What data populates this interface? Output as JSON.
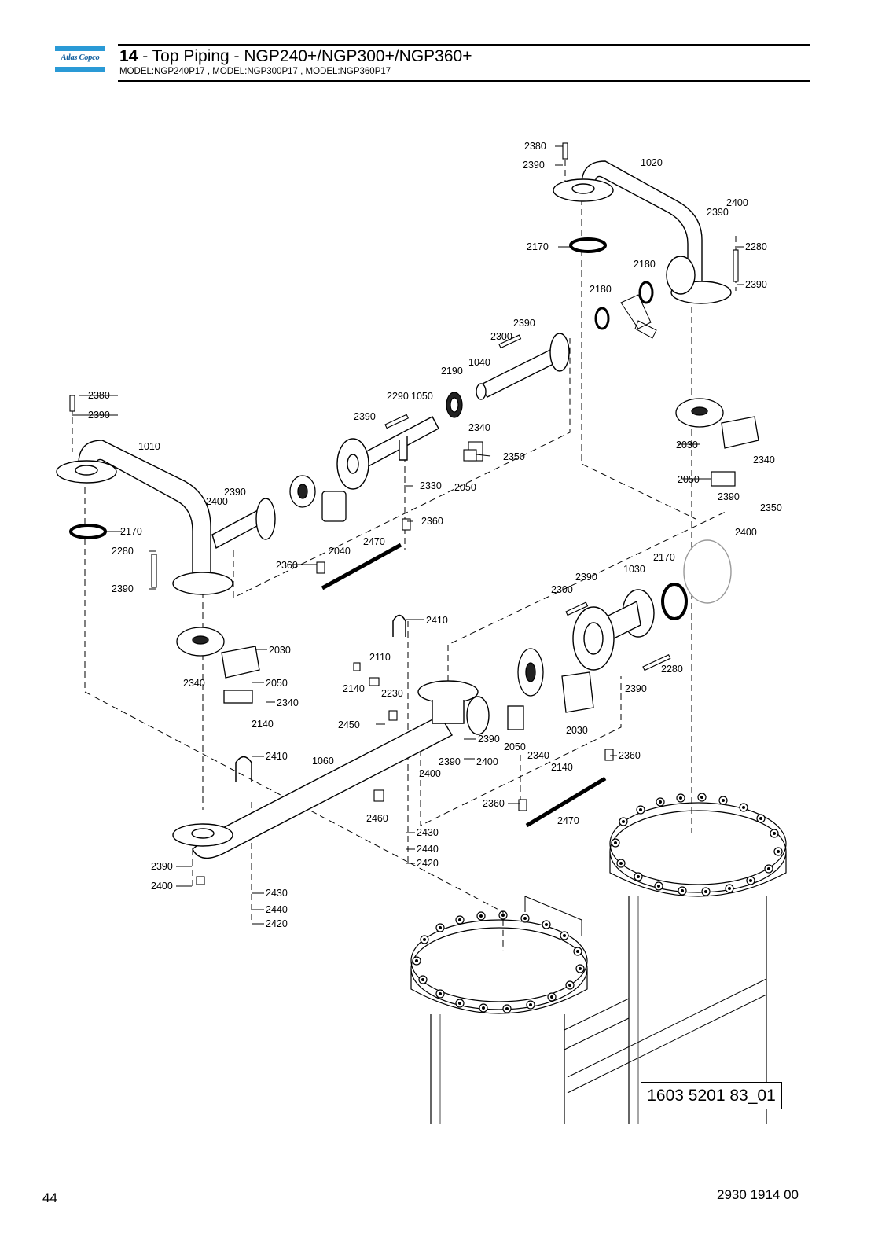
{
  "header": {
    "logo_text": "Atlas Copco",
    "section_number": "14",
    "title_separator": " - ",
    "title": "Top Piping - NGP240+/NGP300+/NGP360+",
    "subtitle": "MODEL:NGP240P17 , MODEL:NGP300P17 , MODEL:NGP360P17"
  },
  "colors": {
    "brand_blue": "#2a9ad6",
    "line": "#000000"
  },
  "drawing_id": "1603 5201 83_01",
  "footer": {
    "page_number": "44",
    "document_number": "2930 1914 00"
  },
  "callouts": [
    {
      "text": "2380"
    },
    {
      "text": "2390"
    },
    {
      "text": "1020"
    },
    {
      "text": "2400"
    },
    {
      "text": "2390"
    },
    {
      "text": "2280"
    },
    {
      "text": "2170"
    },
    {
      "text": "2180"
    },
    {
      "text": "2390"
    },
    {
      "text": "2180"
    },
    {
      "text": "2390"
    },
    {
      "text": "2300"
    },
    {
      "text": "1040"
    },
    {
      "text": "2190"
    },
    {
      "text": "2380"
    },
    {
      "text": "2390"
    },
    {
      "text": "2290"
    },
    {
      "text": "1050"
    },
    {
      "text": "2390"
    },
    {
      "text": "2340"
    },
    {
      "text": "2350"
    },
    {
      "text": "2050"
    },
    {
      "text": "2330"
    },
    {
      "text": "1010"
    },
    {
      "text": "2390"
    },
    {
      "text": "2400"
    },
    {
      "text": "2360"
    },
    {
      "text": "2170"
    },
    {
      "text": "2040"
    },
    {
      "text": "2470"
    },
    {
      "text": "2280"
    },
    {
      "text": "2360"
    },
    {
      "text": "2390"
    },
    {
      "text": "2030"
    },
    {
      "text": "2340"
    },
    {
      "text": "2050"
    },
    {
      "text": "2390"
    },
    {
      "text": "2350"
    },
    {
      "text": "2400"
    },
    {
      "text": "2170"
    },
    {
      "text": "1030"
    },
    {
      "text": "2390"
    },
    {
      "text": "2300"
    },
    {
      "text": "2410"
    },
    {
      "text": "2030"
    },
    {
      "text": "2110"
    },
    {
      "text": "2340"
    },
    {
      "text": "2050"
    },
    {
      "text": "2140"
    },
    {
      "text": "2230"
    },
    {
      "text": "2340"
    },
    {
      "text": "2280"
    },
    {
      "text": "2140"
    },
    {
      "text": "2390"
    },
    {
      "text": "2450"
    },
    {
      "text": "2030"
    },
    {
      "text": "2390"
    },
    {
      "text": "2050"
    },
    {
      "text": "2410"
    },
    {
      "text": "1060"
    },
    {
      "text": "2340"
    },
    {
      "text": "2360"
    },
    {
      "text": "2390"
    },
    {
      "text": "2400"
    },
    {
      "text": "2140"
    },
    {
      "text": "2400"
    },
    {
      "text": "2360"
    },
    {
      "text": "2460"
    },
    {
      "text": "2470"
    },
    {
      "text": "2430"
    },
    {
      "text": "2440"
    },
    {
      "text": "2420"
    },
    {
      "text": "2390"
    },
    {
      "text": "2400"
    },
    {
      "text": "2430"
    },
    {
      "text": "2440"
    },
    {
      "text": "2420"
    }
  ]
}
